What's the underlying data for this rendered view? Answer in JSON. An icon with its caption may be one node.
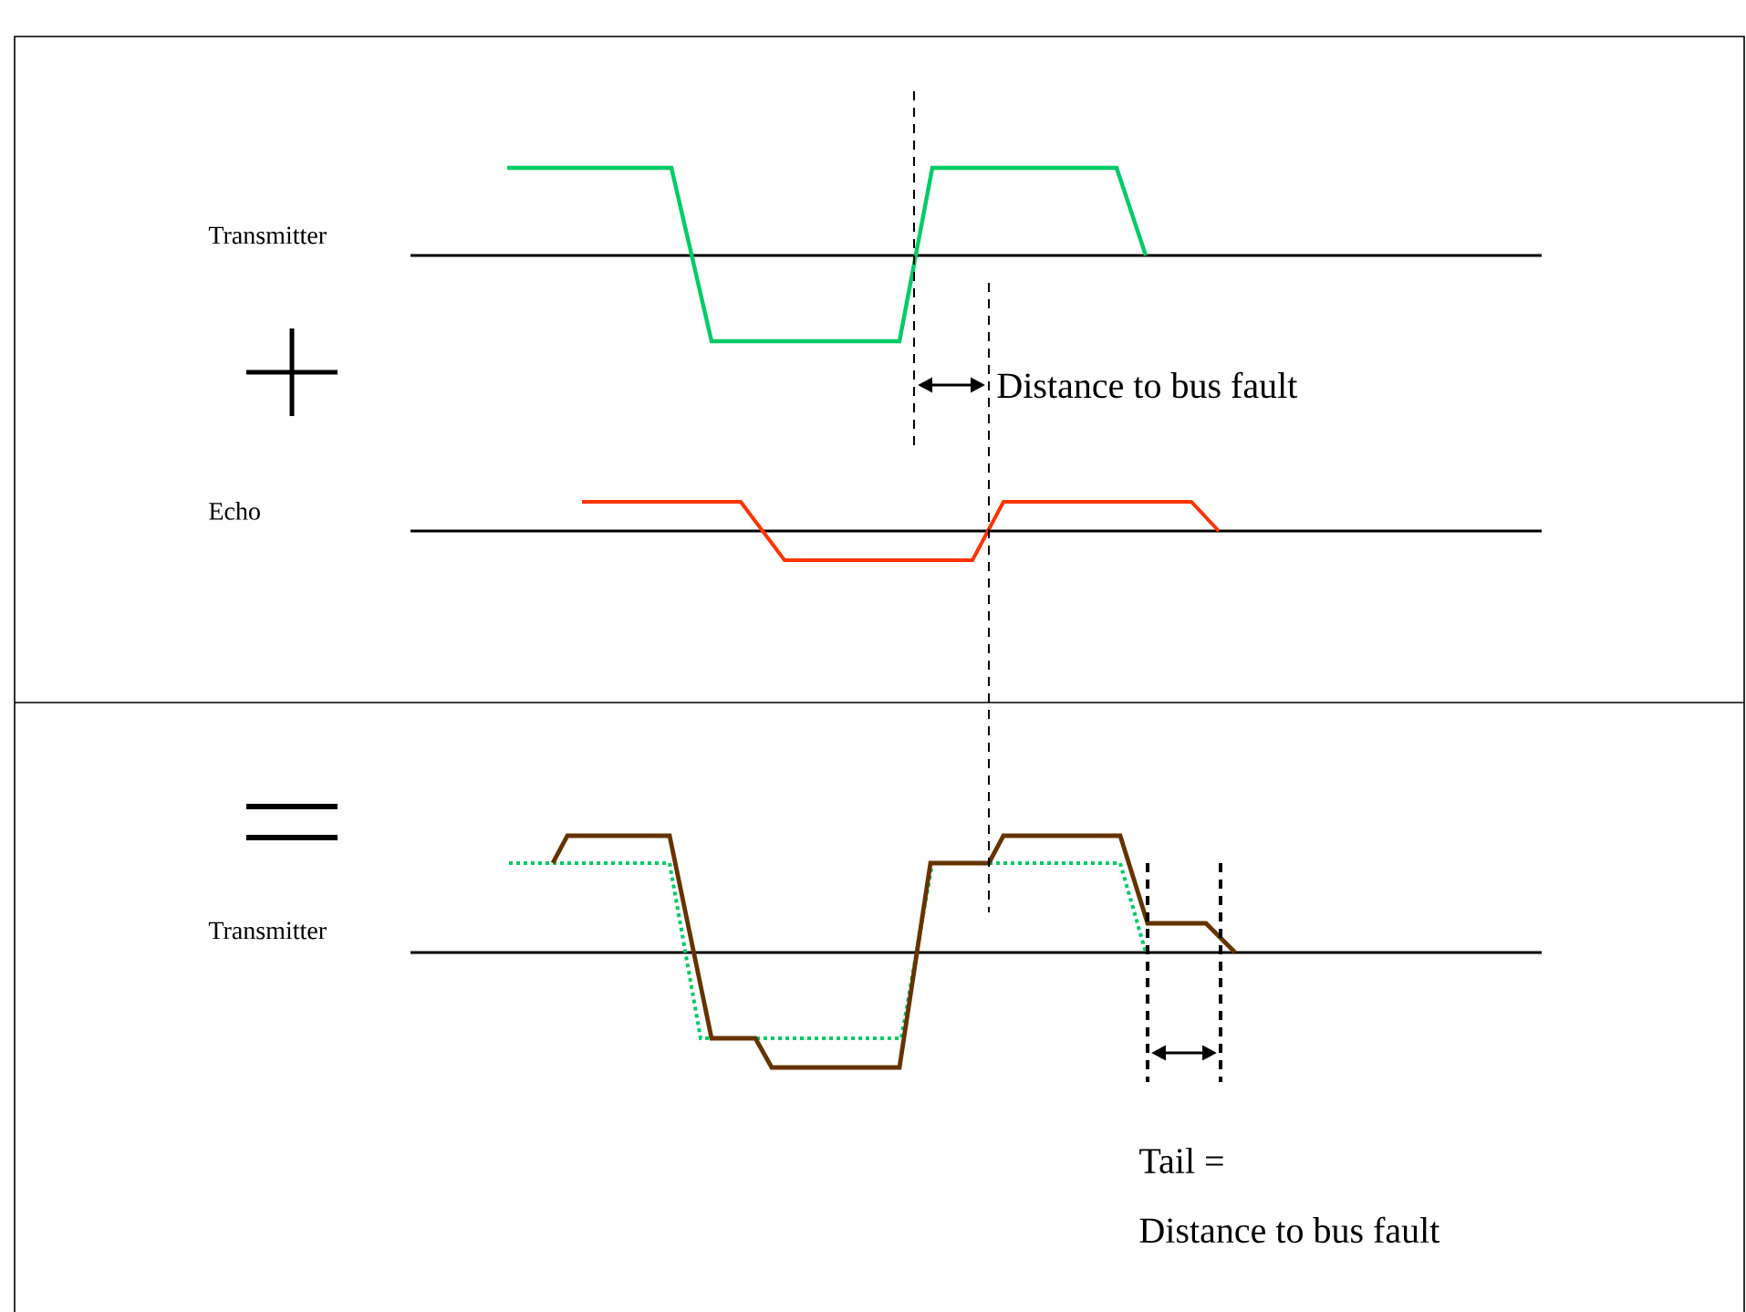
{
  "diagram": {
    "labels": [
      "Transmitter",
      "Distance to bus fault",
      "Echo",
      "Transmitter",
      "Tail =",
      "Distance to bus fault"
    ]
  }
}
